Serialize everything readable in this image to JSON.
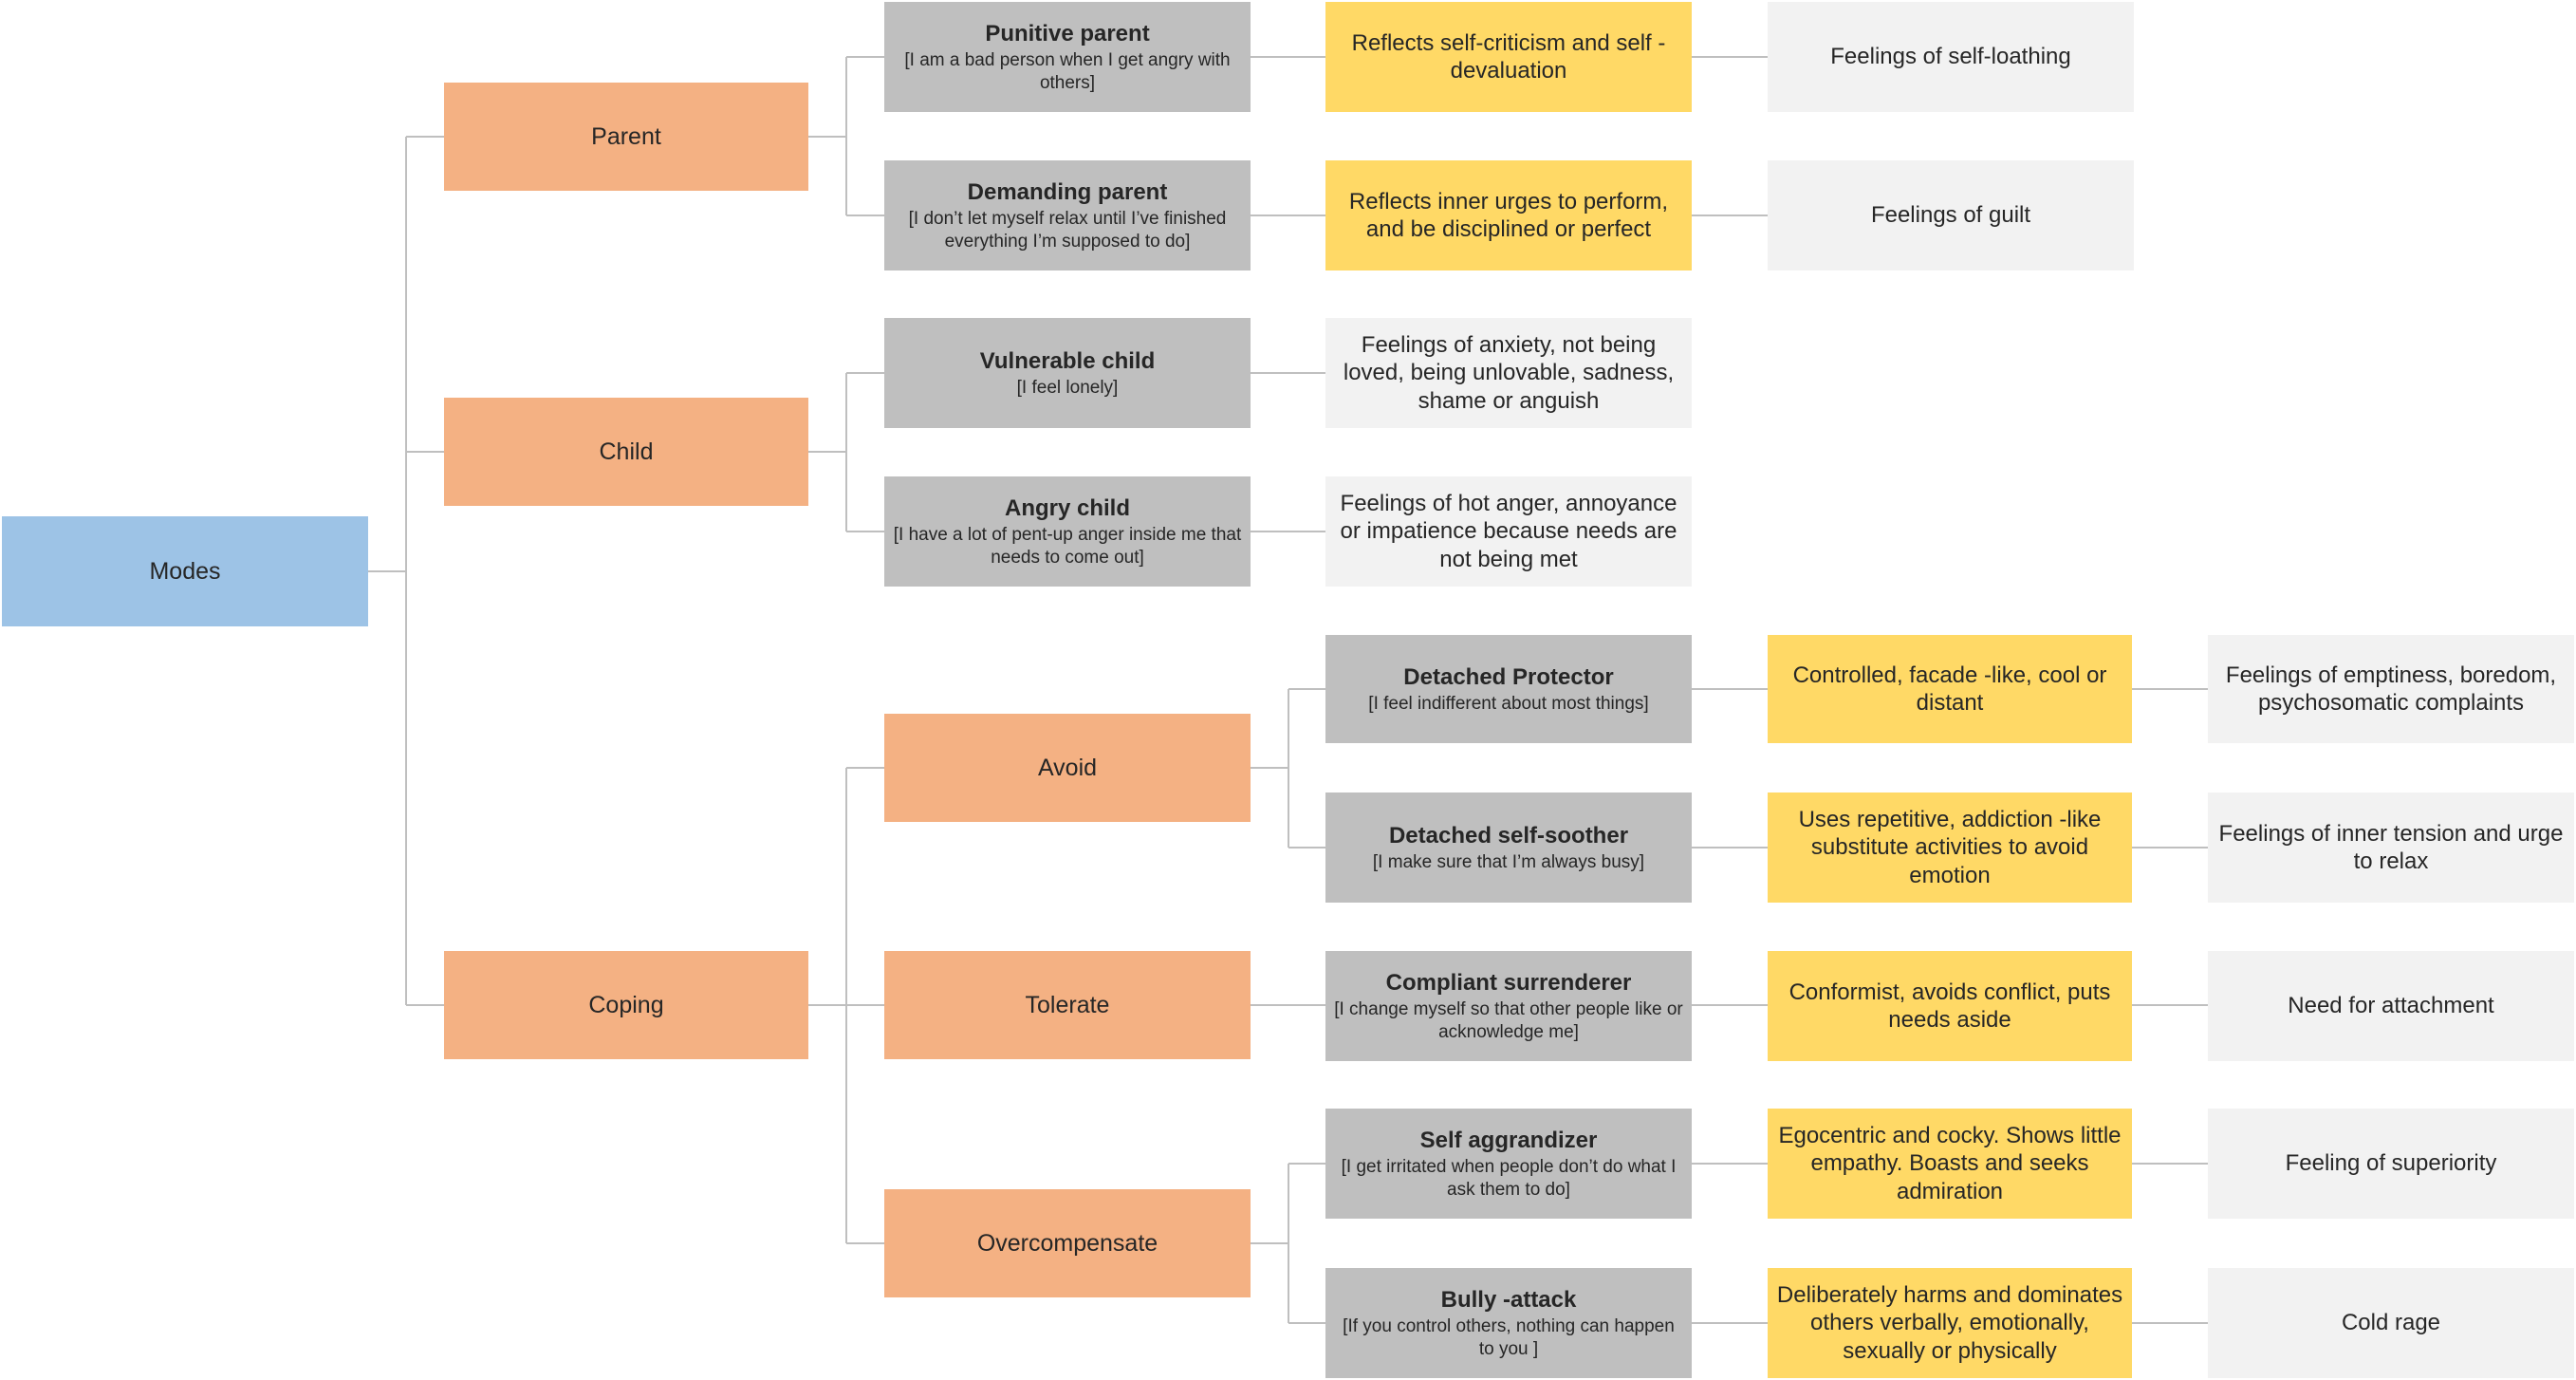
{
  "root": {
    "label": "Modes"
  },
  "categories": {
    "parent": "Parent",
    "child": "Child",
    "coping": "Coping",
    "avoid": "Avoid",
    "tolerate": "Tolerate",
    "overcompensate": "Overcompensate"
  },
  "modes": {
    "punitive_parent": {
      "title": "Punitive parent",
      "quote": "[I am a bad person when I get angry with others]",
      "description": "Reflects self-criticism and self -devaluation",
      "feeling": "Feelings of self-loathing"
    },
    "demanding_parent": {
      "title": "Demanding parent",
      "quote": "[I don’t  let myself relax until I’ve finished everything I’m supposed to do]",
      "description": "Reflects inner urges to perform, and be disciplined or perfect",
      "feeling": "Feelings of guilt"
    },
    "vulnerable_child": {
      "title": "Vulnerable child",
      "quote": "[I feel lonely]",
      "feeling": "Feelings of anxiety, not being loved, being  unlovable,  sadness, shame or anguish"
    },
    "angry_child": {
      "title": "Angry child",
      "quote": "[I have a lot of pent-up anger inside me that needs to come out]",
      "feeling": "Feelings of hot anger, annoyance or impatience  because needs are not being met"
    },
    "detached_protector": {
      "title": "Detached Protector",
      "quote": "[I feel indifferent about most things]",
      "description": "Controlled, facade -like, cool or distant",
      "feeling": "Feelings  of emptiness, boredom, psychosomatic complaints"
    },
    "detached_self_soother": {
      "title": "Detached  self-soother",
      "quote": "[I make sure that I’m always busy]",
      "description": "Uses repetitive, addiction -like substitute activities to avoid emotion",
      "feeling": "Feelings of inner tension and urge to relax"
    },
    "compliant_surrenderer": {
      "title": "Compliant  surrenderer",
      "quote": "[I change myself so that other people like or acknowledge me]",
      "description": "Conformist, avoids conflict, puts needs aside",
      "feeling": "Need for attachment"
    },
    "self_aggrandizer": {
      "title": "Self  aggrandizer",
      "quote": "[I get irritated when people don’t  do what I ask them to do]",
      "description": "Egocentric and cocky. Shows little empathy. Boasts and seeks admiration",
      "feeling": "Feeling  of superiority"
    },
    "bully_attack": {
      "title": "Bully -attack",
      "quote": "[If you control others, nothing can happen to you ]",
      "description": "Deliberately  harms and dominates  others verbally, emotionally, sexually or physically",
      "feeling": "Cold rage"
    }
  },
  "colors": {
    "root": "#9dc3e6",
    "category": "#f4b183",
    "mode": "#bfbfbf",
    "description": "#ffd966",
    "feeling": "#f2f2f2",
    "connector": "#bfbfbf"
  }
}
